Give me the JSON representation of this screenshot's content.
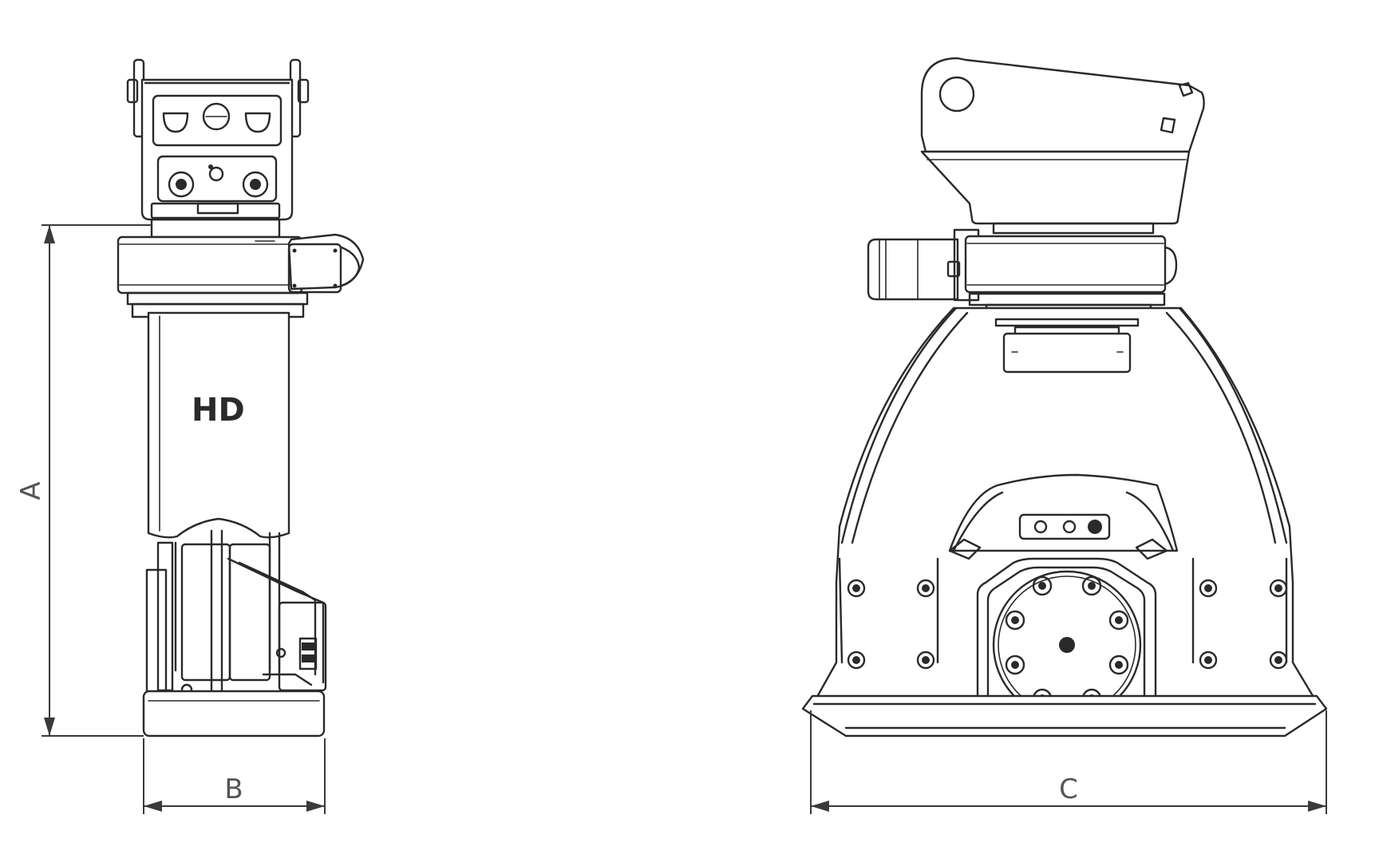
{
  "labels": {
    "dimension_a": "A",
    "dimension_b": "B",
    "dimension_c": "C",
    "brand": "HD"
  },
  "colors": {
    "line": "#2a2a2a",
    "dimension": "#3a3a3a",
    "background": "#ffffff"
  }
}
